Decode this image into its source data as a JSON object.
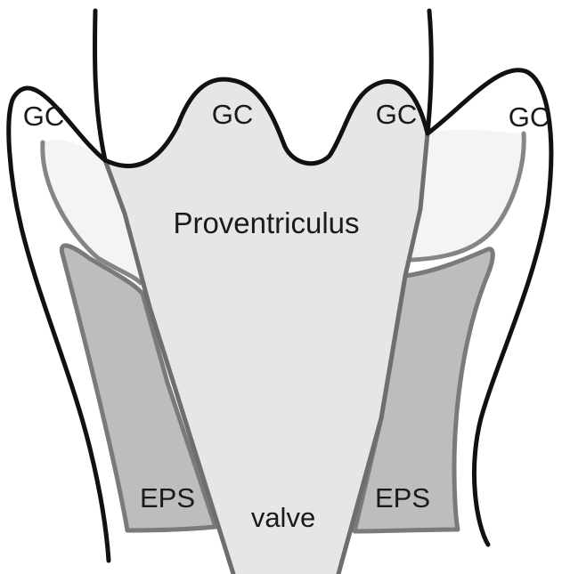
{
  "labels": {
    "gc_far_left": "GC",
    "gc_inner_left": "GC",
    "gc_inner_right": "GC",
    "gc_far_right": "GC",
    "proventriculus": "Proventriculus",
    "eps_left": "EPS",
    "eps_right": "EPS",
    "valve": "valve"
  },
  "colors": {
    "outline": "#111111",
    "proventriculus_fill": "#e6e6e8",
    "eps_fill": "#bdbdbd",
    "eps_stroke": "#7a7a7a",
    "gc_pocket_fill": "#f4f4f4",
    "inner_stroke": "#858585"
  }
}
